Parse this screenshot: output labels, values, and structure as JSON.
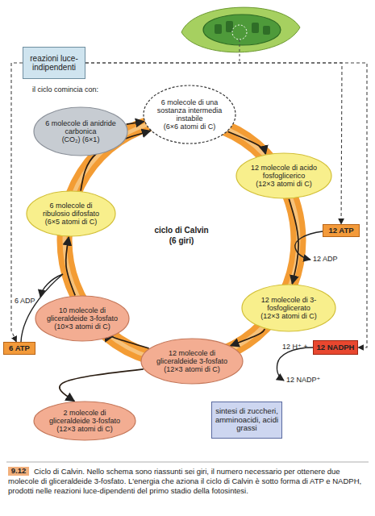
{
  "diagram": {
    "caption": "Ciclo di Calvin. Nello schema sono riassunti sei giri, il numero necessario per ottenere due molecole di gliceraldeide 3-fosfato. L'energia che aziona il ciclo di Calvin è sotto forma di ATP e NADPH, prodotti nelle reazioni luce-dipendenti del primo stadio della fotosintesi.",
    "nodes": [
      {
        "text": [
          "reazioni luce-indipendenti"
        ]
      },
      {
        "text": [
          "6 molecole di anidride carbonica",
          "(CO₂) (6×1)"
        ]
      },
      {
        "text": [
          "6 molecole di una sostanza intermedia instabile",
          "(6×6 atomi di C)"
        ]
      },
      {
        "text": [
          "12 molecole di acido fosfoglicerico",
          "(12×3 atomi di C)"
        ]
      },
      {
        "text": [
          "12 ATP"
        ]
      },
      {
        "text": [
          "12 molecole di 3-fosfoglicerato",
          "(12×3 atomi di C)"
        ]
      },
      {
        "text": [
          "12 NADPH"
        ]
      },
      {
        "text": [
          "12 molecole di gliceraldeide 3-fosfato",
          "(12×3 atomi di C)"
        ]
      },
      {
        "text": [
          "10 molecole di gliceraldeide 3-fosfato",
          "(10×3 atomi di C)"
        ]
      },
      {
        "text": [
          "6 ATP"
        ]
      },
      {
        "text": [
          "6 molecole di ribulosio difosfato",
          "(6×5 atomi di C)"
        ]
      },
      {
        "text": [
          "2 molecole di gliceraldeide 3-fosfato",
          "(12×3 atomi di C)"
        ]
      },
      {
        "text": [
          "sintesi di zuccheri, amminoacidi, acidi grassi"
        ]
      }
    ],
    "edges": [
      {
        "from": 1,
        "to": 2,
        "arrow": "to"
      },
      {
        "from": 10,
        "to": 2,
        "arrow": "to"
      },
      {
        "from": 2,
        "to": 3,
        "arrow": "to"
      },
      {
        "from": 3,
        "to": 5,
        "arrow": "to"
      },
      {
        "from": 5,
        "to": 7,
        "arrow": "to"
      },
      {
        "from": 7,
        "to": 8,
        "arrow": "to"
      },
      {
        "from": 8,
        "to": 10,
        "arrow": "to"
      },
      {
        "from": 7,
        "to": 11,
        "arrow": "to"
      },
      {
        "from": 0,
        "to": 4,
        "arrow": "to"
      },
      {
        "from": 0,
        "to": 6,
        "arrow": "to"
      },
      {
        "from": 0,
        "to": 9,
        "arrow": "to"
      }
    ],
    "labels": [
      "il ciclo comincia con:",
      "12 ADP",
      "12 H⁺ +",
      "12 NADP⁺",
      "6 ADP",
      "ciclo di Calvin",
      "(6 giri)",
      "9.12"
    ]
  }
}
